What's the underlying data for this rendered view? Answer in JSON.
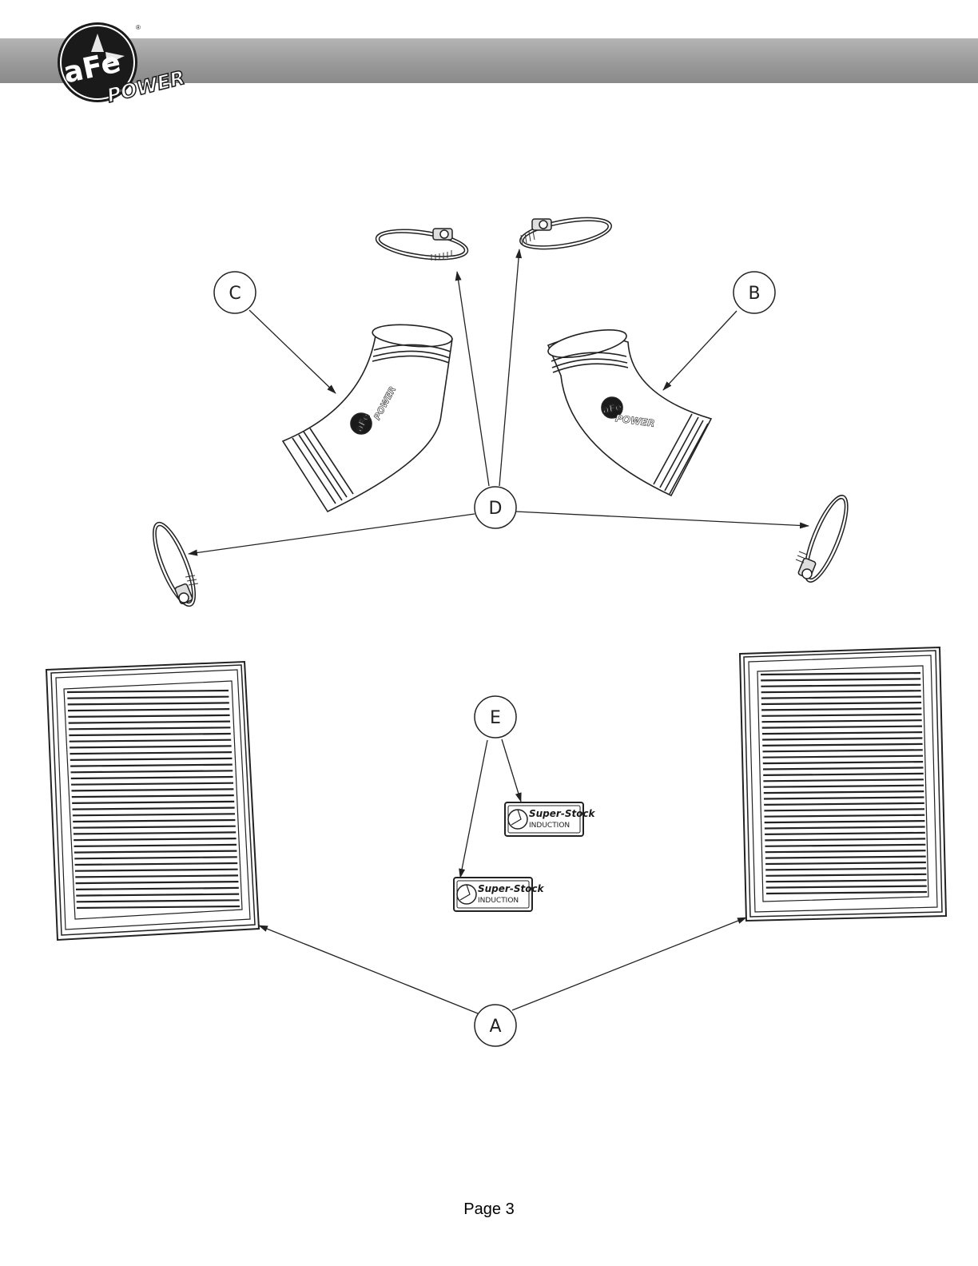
{
  "header": {
    "brand_top": "aFe",
    "brand_bottom": "POWER",
    "brand_mark": "®"
  },
  "callouts": {
    "a": "A",
    "b": "B",
    "c": "C",
    "d": "D",
    "e": "E"
  },
  "parts": {
    "tube_logo_top": "aFe",
    "tube_logo_bottom": "POWER",
    "decal_line1": "Super-Stock",
    "decal_line2": "INDUCTION"
  },
  "footer": {
    "page_label": "Page 3"
  },
  "colors": {
    "header_bar": "#9a9a9a",
    "line": "#222222",
    "logo_dark": "#1a1a1a"
  }
}
